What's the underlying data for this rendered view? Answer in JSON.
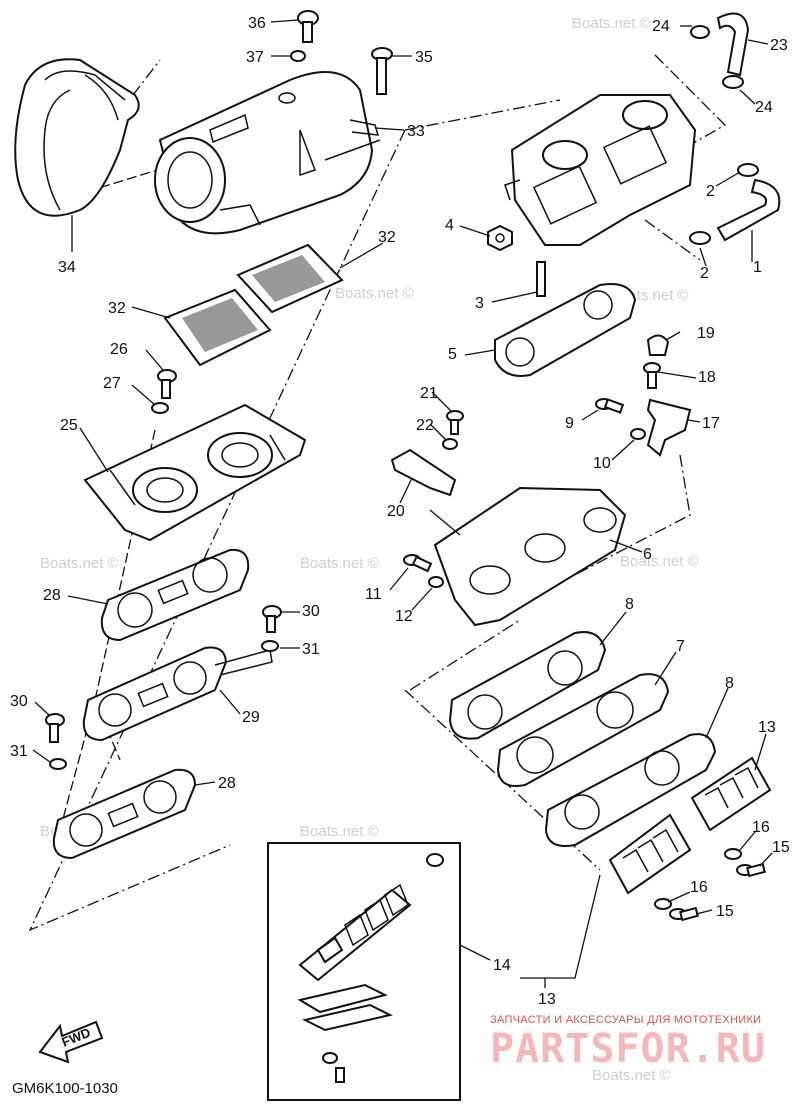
{
  "diagram": {
    "code": "GM6K100-1030",
    "fwd_label": "FWD",
    "callouts": {
      "c1": "1",
      "c2a": "2",
      "c2b": "2",
      "c3": "3",
      "c4": "4",
      "c5": "5",
      "c6": "6",
      "c7": "7",
      "c8a": "8",
      "c8b": "8",
      "c9": "9",
      "c10": "10",
      "c11": "11",
      "c12": "12",
      "c13a": "13",
      "c13b": "13",
      "c14": "14",
      "c15a": "15",
      "c15b": "15",
      "c16a": "16",
      "c16b": "16",
      "c17": "17",
      "c18": "18",
      "c19": "19",
      "c20": "20",
      "c21": "21",
      "c22": "22",
      "c23": "23",
      "c24a": "24",
      "c24b": "24",
      "c25": "25",
      "c26": "26",
      "c27": "27",
      "c28a": "28",
      "c28b": "28",
      "c29": "29",
      "c30a": "30",
      "c30b": "30",
      "c31a": "31",
      "c31b": "31",
      "c32a": "32",
      "c32b": "32",
      "c33": "33",
      "c34": "34",
      "c35": "35",
      "c36": "36",
      "c37": "37"
    },
    "watermarks": {
      "w1": "Boats.net ©",
      "w2": "Boats.net ©",
      "w3": "Boats.net ©",
      "w4": "Boats.net ©",
      "w5": "Boats.net ©",
      "w6": "Boats.net ©",
      "w7": "Boats.net ©",
      "w8": "Boats.net ©",
      "w9": "Boats.net ©"
    },
    "brand": {
      "tagline": "ЗАПЧАСТИ И АКСЕССУАРЫ ДЛЯ МОТОТЕХНИКИ",
      "logo": "PARTSFOR.RU"
    }
  }
}
